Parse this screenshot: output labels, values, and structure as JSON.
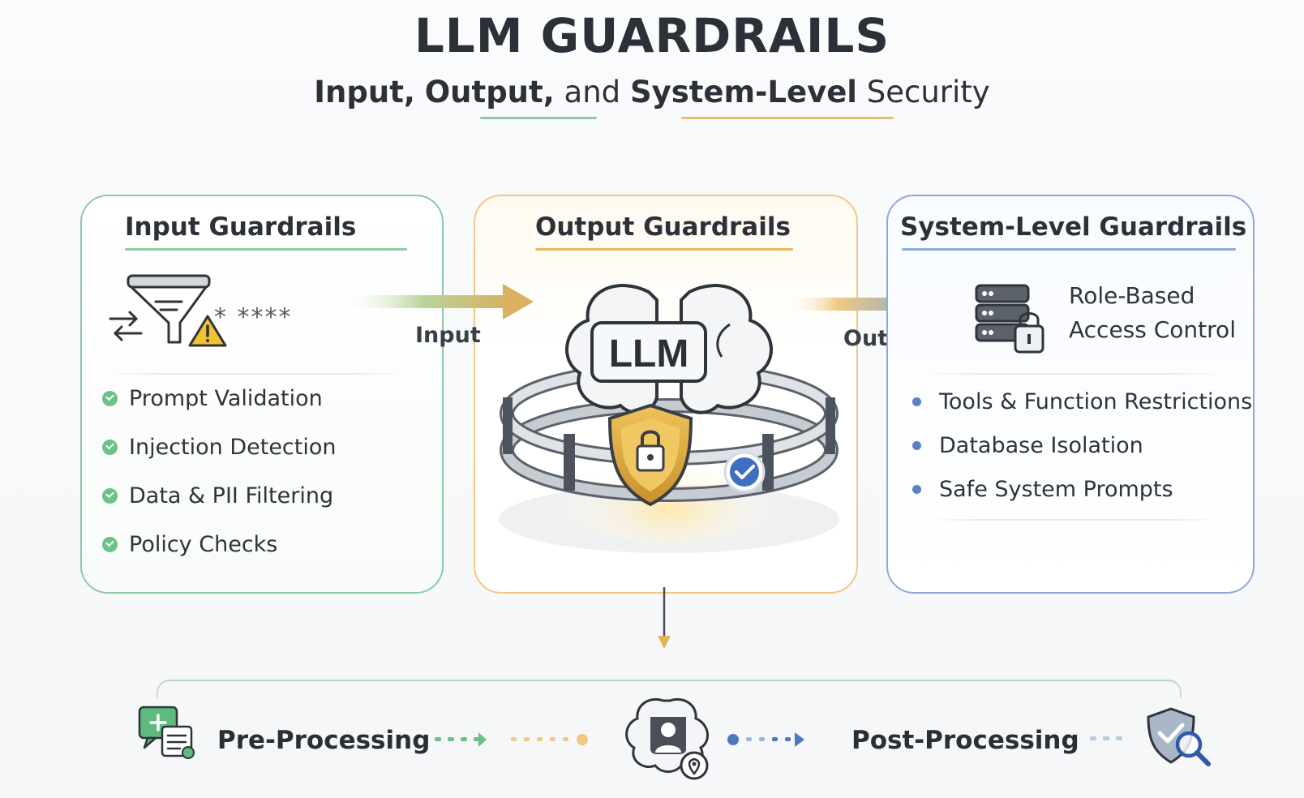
{
  "header": {
    "title": "LLM GUARDRAILS",
    "subtitle_part1": "Input,",
    "subtitle_part2": "Output,",
    "subtitle_part3": "and",
    "subtitle_part4": "System-Level",
    "subtitle_part5": "Security"
  },
  "panels": {
    "input": {
      "title": "Input Guardrails",
      "masked_text": "* ****",
      "items": [
        "Prompt Validation",
        "Injection Detection",
        "Data & PII Filtering",
        "Policy Checks"
      ]
    },
    "output": {
      "title": "Output Guardrails",
      "core_label": "LLM"
    },
    "system": {
      "title": "System-Level Guardrails",
      "rbac_line1": "Role-Based",
      "rbac_line2": "Access Control",
      "items": [
        "Tools & Function Restrictions",
        "Database Isolation",
        "Safe System Prompts"
      ]
    }
  },
  "flow": {
    "input_label": "Input",
    "output_label": "Output"
  },
  "bottom": {
    "pre_label": "Pre-Processing",
    "post_label": "Post-Processing"
  },
  "colors": {
    "input_accent": "#8ccaa3",
    "output_accent": "#efc983",
    "system_accent": "#8caad6",
    "check_green": "#6cc18a",
    "shield_gold": "#d9a63c"
  },
  "icons": [
    "funnel-icon",
    "swap-arrows-icon",
    "warning-icon",
    "brain-icon",
    "shield-lock-icon",
    "verified-check-icon",
    "server-lock-icon",
    "chat-document-icon",
    "user-brain-icon",
    "shield-search-icon"
  ]
}
